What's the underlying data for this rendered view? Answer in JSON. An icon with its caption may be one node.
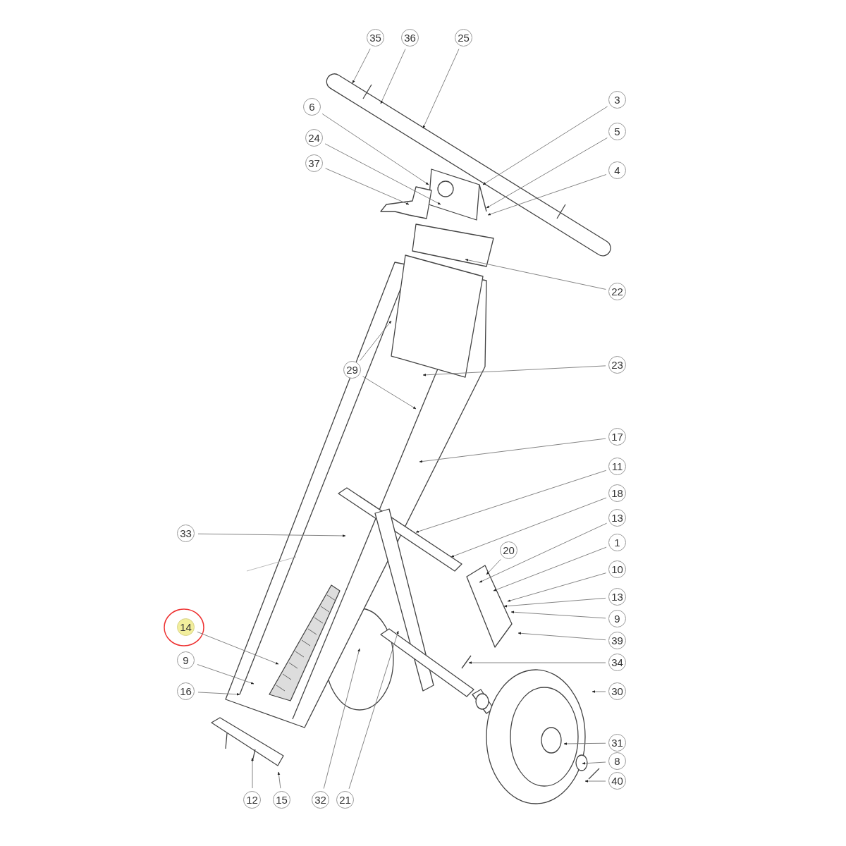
{
  "diagram": {
    "nodes": [
      {
        "text": [
          "35"
        ]
      },
      {
        "text": [
          "36"
        ]
      },
      {
        "text": [
          "25"
        ]
      },
      {
        "text": [
          "3"
        ]
      },
      {
        "text": [
          "6"
        ]
      },
      {
        "text": [
          "5"
        ]
      },
      {
        "text": [
          "24"
        ]
      },
      {
        "text": [
          "4"
        ]
      },
      {
        "text": [
          "37"
        ]
      },
      {
        "text": [
          "22"
        ]
      },
      {
        "text": [
          "29"
        ]
      },
      {
        "text": [
          "23"
        ]
      },
      {
        "text": [
          "17"
        ]
      },
      {
        "text": [
          "11"
        ]
      },
      {
        "text": [
          "18"
        ]
      },
      {
        "text": [
          "33"
        ]
      },
      {
        "text": [
          "13"
        ]
      },
      {
        "text": [
          "20"
        ]
      },
      {
        "text": [
          "1"
        ]
      },
      {
        "text": [
          "10"
        ]
      },
      {
        "text": [
          "13"
        ]
      },
      {
        "text": [
          "9"
        ]
      },
      {
        "text": [
          "39"
        ]
      },
      {
        "text": [
          "14"
        ]
      },
      {
        "text": [
          "34"
        ]
      },
      {
        "text": [
          "9"
        ]
      },
      {
        "text": [
          "16"
        ]
      },
      {
        "text": [
          "30"
        ]
      },
      {
        "text": [
          "31"
        ]
      },
      {
        "text": [
          "8"
        ]
      },
      {
        "text": [
          "40"
        ]
      },
      {
        "text": [
          "12"
        ]
      },
      {
        "text": [
          "15"
        ]
      },
      {
        "text": [
          "32"
        ]
      },
      {
        "text": [
          "21"
        ]
      }
    ],
    "edges": [
      {
        "from": 0,
        "to": null,
        "arrow": "to"
      },
      {
        "from": 1,
        "to": null,
        "arrow": "to"
      },
      {
        "from": 2,
        "to": null,
        "arrow": "to"
      },
      {
        "from": 3,
        "to": null,
        "arrow": "to"
      },
      {
        "from": 4,
        "to": null,
        "arrow": "to"
      },
      {
        "from": 5,
        "to": null,
        "arrow": "to"
      },
      {
        "from": 6,
        "to": null,
        "arrow": "to"
      },
      {
        "from": 7,
        "to": null,
        "arrow": "to"
      },
      {
        "from": 8,
        "to": null,
        "arrow": "to"
      },
      {
        "from": 9,
        "to": null,
        "arrow": "to"
      },
      {
        "from": 10,
        "to": null,
        "arrow": "to"
      },
      {
        "from": 10,
        "to": null,
        "arrow": "to"
      },
      {
        "from": 11,
        "to": null,
        "arrow": "to"
      },
      {
        "from": 12,
        "to": null,
        "arrow": "to"
      },
      {
        "from": 13,
        "to": null,
        "arrow": "to"
      },
      {
        "from": 14,
        "to": null,
        "arrow": "to"
      },
      {
        "from": 15,
        "to": null,
        "arrow": "to"
      },
      {
        "from": 16,
        "to": null,
        "arrow": "to"
      },
      {
        "from": 17,
        "to": null,
        "arrow": "to"
      },
      {
        "from": 18,
        "to": null,
        "arrow": "to"
      },
      {
        "from": 19,
        "to": null,
        "arrow": "to"
      },
      {
        "from": 20,
        "to": null,
        "arrow": "to"
      },
      {
        "from": 21,
        "to": null,
        "arrow": "to"
      },
      {
        "from": 22,
        "to": null,
        "arrow": "to"
      },
      {
        "from": 23,
        "to": null,
        "arrow": "to"
      },
      {
        "from": 24,
        "to": null,
        "arrow": "to"
      },
      {
        "from": 25,
        "to": null,
        "arrow": "to"
      },
      {
        "from": 26,
        "to": null,
        "arrow": "to"
      },
      {
        "from": 27,
        "to": null,
        "arrow": "to"
      },
      {
        "from": 28,
        "to": null,
        "arrow": "to"
      },
      {
        "from": 29,
        "to": null,
        "arrow": "to"
      },
      {
        "from": 30,
        "to": null,
        "arrow": "to"
      },
      {
        "from": 31,
        "to": null,
        "arrow": "to"
      },
      {
        "from": 32,
        "to": null,
        "arrow": "to"
      },
      {
        "from": 33,
        "to": null,
        "arrow": "to"
      },
      {
        "from": 34,
        "to": null,
        "arrow": "to"
      }
    ]
  }
}
